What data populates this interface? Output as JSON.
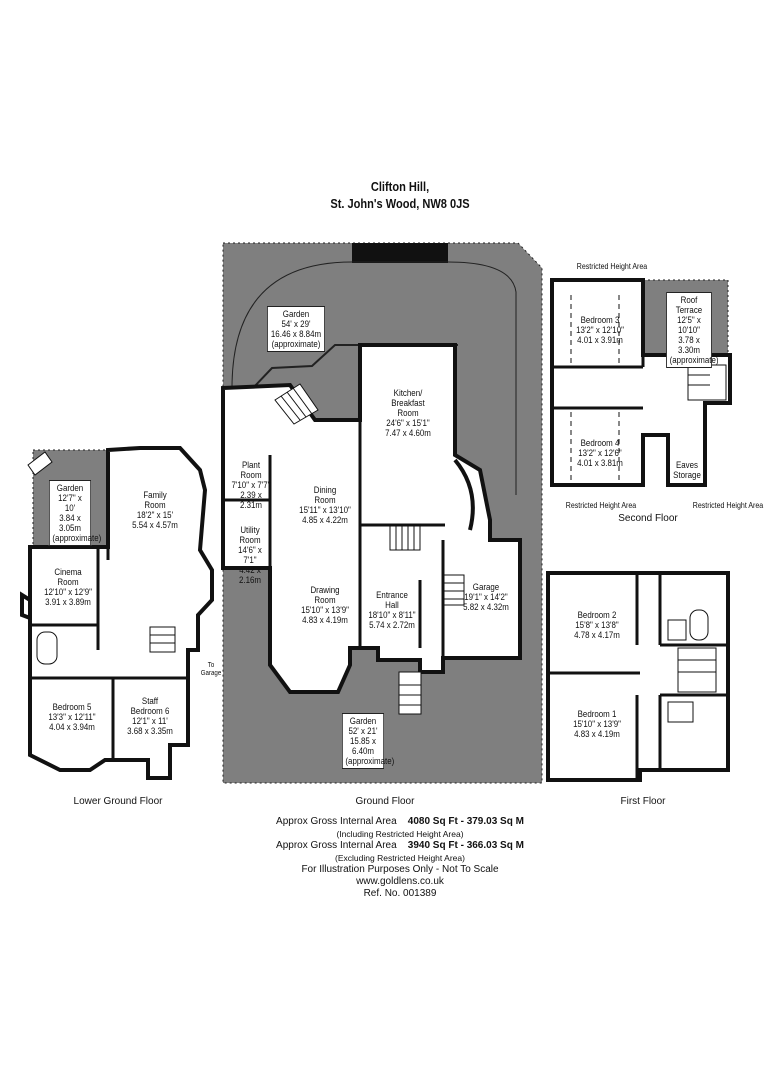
{
  "title": {
    "line1": "Clifton Hill,",
    "line2": "St. John's Wood, NW8 0JS"
  },
  "floors": {
    "lower_ground": {
      "name": "Lower Ground Floor",
      "rooms": [
        {
          "name": "Garden",
          "imperial": "12'7\" x 10'",
          "metric": "3.84 x 3.05m",
          "note": "(approximate)"
        },
        {
          "name": "Family Room",
          "line1": "Family",
          "line2": "Room",
          "imperial": "18'2\" x 15'",
          "metric": "5.54 x 4.57m"
        },
        {
          "name": "Cinema Room",
          "line1": "Cinema",
          "line2": "Room",
          "imperial": "12'10\" x 12'9\"",
          "metric": "3.91 x 3.89m"
        },
        {
          "name": "Bedroom 5",
          "imperial": "13'3\" x 12'11\"",
          "metric": "4.04 x 3.94m"
        },
        {
          "name": "Staff Bedroom 6",
          "line1": "Staff",
          "line2": "Bedroom 6",
          "imperial": "12'1\" x 11'",
          "metric": "3.68 x 3.35m"
        }
      ],
      "to_garage_line1": "To",
      "to_garage_line2": "Garage"
    },
    "ground": {
      "name": "Ground Floor",
      "rooms": [
        {
          "name": "Garden",
          "imperial": "54' x 29'",
          "metric": "16.46 x 8.84m",
          "note": "(approximate)"
        },
        {
          "name": "Kitchen/Breakfast Room",
          "line1": "Kitchen/",
          "line2": "Breakfast",
          "line3": "Room",
          "imperial": "24'6\" x 15'1\"",
          "metric": "7.47 x 4.60m"
        },
        {
          "name": "Plant Room",
          "line1": "Plant",
          "line2": "Room",
          "imperial": "7'10\" x 7'7\"",
          "metric": "2.39 x 2.31m"
        },
        {
          "name": "Dining Room",
          "line1": "Dining",
          "line2": "Room",
          "imperial": "15'11\" x 13'10\"",
          "metric": "4.85 x 4.22m"
        },
        {
          "name": "Utility Room",
          "line1": "Utility",
          "line2": "Room",
          "imperial": "14'6\" x 7'1\"",
          "metric": "4.42 x 2.16m"
        },
        {
          "name": "Drawing Room",
          "line1": "Drawing",
          "line2": "Room",
          "imperial": "15'10\" x 13'9\"",
          "metric": "4.83 x 4.19m"
        },
        {
          "name": "Entrance Hall",
          "line1": "Entrance",
          "line2": "Hall",
          "imperial": "18'10\" x 8'11\"",
          "metric": "5.74 x 2.72m"
        },
        {
          "name": "Garage",
          "imperial": "19'1\" x 14'2\"",
          "metric": "5.82 x 4.32m"
        },
        {
          "name": "Garden",
          "imperial": "52' x 21'",
          "metric": "15.85 x 6.40m",
          "note": "(approximate)"
        }
      ]
    },
    "first": {
      "name": "First Floor",
      "rooms": [
        {
          "name": "Bedroom 2",
          "imperial": "15'8\" x 13'8\"",
          "metric": "4.78 x 4.17m"
        },
        {
          "name": "Bedroom 1",
          "imperial": "15'10\" x 13'9\"",
          "metric": "4.83 x 4.19m"
        }
      ]
    },
    "second": {
      "name": "Second Floor",
      "rooms": [
        {
          "name": "Bedroom 3",
          "imperial": "13'2\" x 12'10\"",
          "metric": "4.01 x 3.91m"
        },
        {
          "name": "Roof Terrace",
          "line1": "Roof",
          "line2": "Terrace",
          "imperial": "12'5\" x 10'10\"",
          "metric": "3.78 x 3.30m",
          "note": "(approximate)"
        },
        {
          "name": "Bedroom 4",
          "imperial": "13'2\" x 12'6\"",
          "metric": "4.01 x 3.81m"
        },
        {
          "name": "Eaves Storage",
          "line1": "Eaves",
          "line2": "Storage"
        }
      ],
      "restricted": [
        "Restricted Height Area",
        "Restricted Height Area",
        "Restricted Height Area"
      ]
    }
  },
  "footer": {
    "area1_label": "Approx Gross Internal Area",
    "area1_value": "4080 Sq Ft  - 379.03 Sq M",
    "area1_note": "(Including Restricted Height Area)",
    "area2_label": "Approx Gross Internal Area",
    "area2_value": "3940 Sq Ft  - 366.03 Sq M",
    "area2_note": "(Excluding Restricted Height Area)",
    "disclaimer": "For Illustration Purposes Only - Not To Scale",
    "website": "www.goldlens.co.uk",
    "ref": "Ref. No. 001389"
  },
  "colors": {
    "garden": "#7f7f7f",
    "wall": "#111111",
    "room": "#ffffff"
  }
}
